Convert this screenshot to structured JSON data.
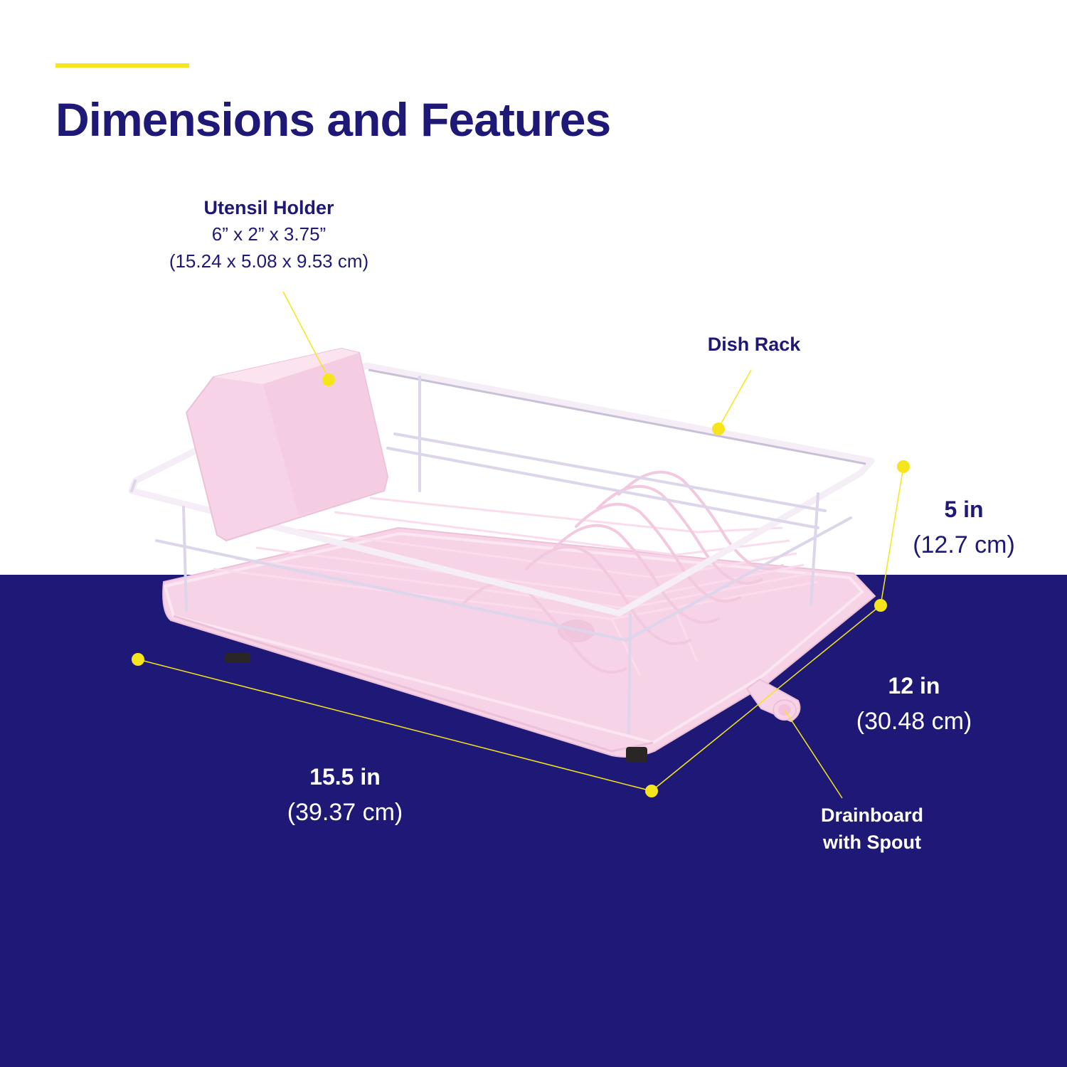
{
  "colors": {
    "navy": "#1e1876",
    "accent": "#f6e51c",
    "rack": "#f7d3e7",
    "rack_edge": "#ecc0d8",
    "wire": "#ddd5ea",
    "foot": "#2a2626"
  },
  "page": {
    "title": "Dimensions and Features"
  },
  "utensil_holder": {
    "name": "Utensil Holder",
    "dims_in": "6” x 2” x 3.75”",
    "dims_cm": "(15.24 x 5.08 x 9.53 cm)"
  },
  "dish_rack": {
    "name": "Dish Rack"
  },
  "height": {
    "in": "5 in",
    "cm": "(12.7 cm)"
  },
  "width": {
    "in": "12 in",
    "cm": "(30.48 cm)"
  },
  "length": {
    "in": "15.5 in",
    "cm": "(39.37 cm)"
  },
  "drainboard": {
    "line1": "Drainboard",
    "line2": "with Spout"
  }
}
